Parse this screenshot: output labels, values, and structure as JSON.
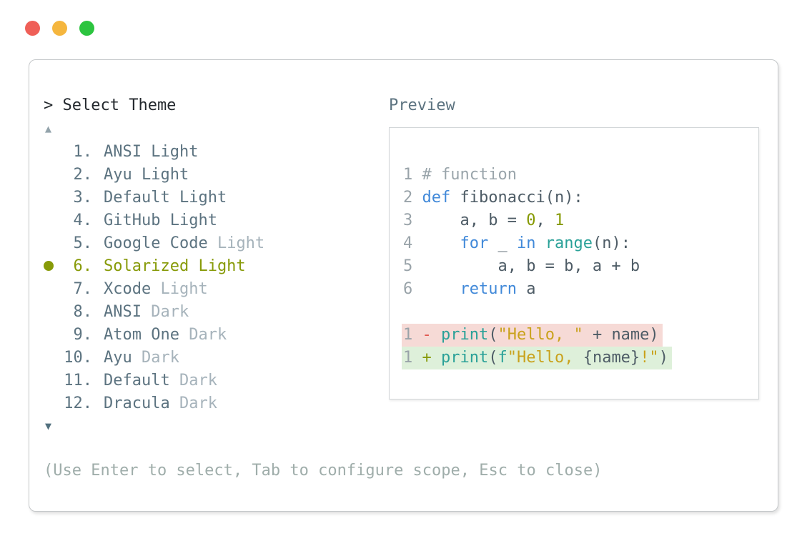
{
  "window": {
    "traffic_lights": [
      {
        "name": "close-button",
        "color": "#ef5f57"
      },
      {
        "name": "minimize-button",
        "color": "#f5b63e"
      },
      {
        "name": "maximize-button",
        "color": "#2cc43f"
      }
    ]
  },
  "palette": {
    "prompt": "> Select Theme",
    "scroll_up_symbol": "▲",
    "scroll_down_symbol": "▼",
    "items": [
      {
        "num": "1.",
        "main": "ANSI Light",
        "dim": "",
        "selected": false
      },
      {
        "num": "2.",
        "main": "Ayu Light",
        "dim": "",
        "selected": false
      },
      {
        "num": "3.",
        "main": "Default Light",
        "dim": "",
        "selected": false
      },
      {
        "num": "4.",
        "main": "GitHub Light",
        "dim": "",
        "selected": false
      },
      {
        "num": "5.",
        "main": "Google Code",
        "dim": "Light",
        "selected": false
      },
      {
        "num": "6.",
        "main": "Solarized Light",
        "dim": "",
        "selected": true
      },
      {
        "num": "7.",
        "main": "Xcode",
        "dim": "Light",
        "selected": false
      },
      {
        "num": "8.",
        "main": "ANSI",
        "dim": "Dark",
        "selected": false
      },
      {
        "num": "9.",
        "main": "Atom One",
        "dim": "Dark",
        "selected": false
      },
      {
        "num": "10.",
        "main": "Ayu",
        "dim": "Dark",
        "selected": false
      },
      {
        "num": "11.",
        "main": "Default",
        "dim": "Dark",
        "selected": false
      },
      {
        "num": "12.",
        "main": "Dracula",
        "dim": "Dark",
        "selected": false
      }
    ],
    "hint": "(Use Enter to select, Tab to configure scope, Esc to close)"
  },
  "preview": {
    "label": "Preview",
    "lines": [
      {
        "num": "1",
        "diff": "",
        "tokens": [
          {
            "t": "# function",
            "c": "comment"
          }
        ]
      },
      {
        "num": "2",
        "diff": "",
        "tokens": [
          {
            "t": "def",
            "c": "keyword"
          },
          {
            "t": " fibonacci(n):",
            "c": "default"
          }
        ]
      },
      {
        "num": "3",
        "diff": "",
        "tokens": [
          {
            "t": "    a, b = ",
            "c": "default"
          },
          {
            "t": "0",
            "c": "number"
          },
          {
            "t": ", ",
            "c": "default"
          },
          {
            "t": "1",
            "c": "number"
          }
        ]
      },
      {
        "num": "4",
        "diff": "",
        "tokens": [
          {
            "t": "    ",
            "c": "default"
          },
          {
            "t": "for",
            "c": "keyword"
          },
          {
            "t": " _ ",
            "c": "default"
          },
          {
            "t": "in",
            "c": "keyword"
          },
          {
            "t": " ",
            "c": "default"
          },
          {
            "t": "range",
            "c": "builtin"
          },
          {
            "t": "(n):",
            "c": "default"
          }
        ]
      },
      {
        "num": "5",
        "diff": "",
        "tokens": [
          {
            "t": "        a, b = b, a + b",
            "c": "default"
          }
        ]
      },
      {
        "num": "6",
        "diff": "",
        "tokens": [
          {
            "t": "    ",
            "c": "default"
          },
          {
            "t": "return",
            "c": "keyword"
          },
          {
            "t": " a",
            "c": "default"
          }
        ]
      },
      {
        "num": "",
        "diff": "",
        "tokens": []
      },
      {
        "num": "1",
        "diff": "removed",
        "tokens": [
          {
            "t": "- ",
            "c": "minus"
          },
          {
            "t": "print",
            "c": "builtin"
          },
          {
            "t": "(",
            "c": "default"
          },
          {
            "t": "\"Hello, \"",
            "c": "string"
          },
          {
            "t": " + name)",
            "c": "default"
          }
        ]
      },
      {
        "num": "1",
        "diff": "added",
        "tokens": [
          {
            "t": "+ ",
            "c": "plus"
          },
          {
            "t": "print",
            "c": "builtin"
          },
          {
            "t": "(",
            "c": "default"
          },
          {
            "t": "f",
            "c": "builtin"
          },
          {
            "t": "\"Hello, ",
            "c": "string"
          },
          {
            "t": "{name}",
            "c": "default"
          },
          {
            "t": "!\"",
            "c": "string"
          },
          {
            "t": ")",
            "c": "default"
          }
        ]
      }
    ]
  },
  "colors": {
    "prompt_text": "#24292e",
    "slate": "#5c7380",
    "dim": "#a6b3bb",
    "selected_olive": "#879a08",
    "hint": "#9fadaa",
    "arrow_up": "#93a3ab",
    "arrow_down": "#52707e",
    "preview_label": "#5c7380",
    "linenum": "#99a3a9",
    "removed_bg": "#f6dad6",
    "added_bg": "#def0da",
    "tokens": {
      "default": "#4e5c66",
      "comment": "#9aa5ab",
      "keyword": "#4189d9",
      "builtin": "#2aa198",
      "number": "#859900",
      "string": "#c9a21c",
      "minus": "#e0564e",
      "plus": "#879a08"
    }
  }
}
